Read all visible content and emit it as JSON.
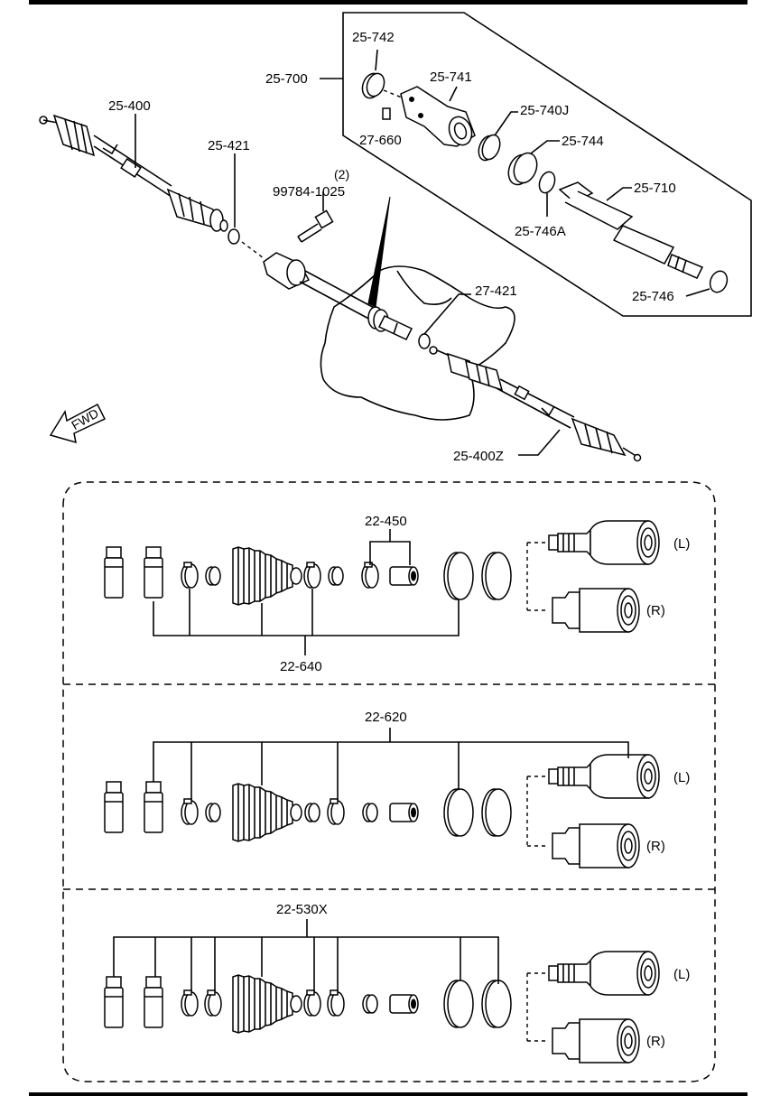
{
  "upper": {
    "labels": {
      "p25_742": "25-742",
      "p25_741": "25-741",
      "p25_700": "25-700",
      "p25_740j": "25-740J",
      "p27_660": "27-660",
      "p25_744": "25-744",
      "p25_400": "25-400",
      "p25_421": "25-421",
      "qty_2": "(2)",
      "p99784_1025": "99784-1025",
      "p25_710": "25-710",
      "p25_746a": "25-746A",
      "p25_746": "25-746",
      "p27_421": "27-421",
      "p25_400z": "25-400Z"
    },
    "fwd": "FWD"
  },
  "kits": [
    {
      "label": "22-640",
      "sub_label": "22-450",
      "left": "(L)",
      "right": "(R)"
    },
    {
      "label": "22-620",
      "left": "(L)",
      "right": "(R)"
    },
    {
      "label": "22-530X",
      "left": "(L)",
      "right": "(R)"
    }
  ]
}
